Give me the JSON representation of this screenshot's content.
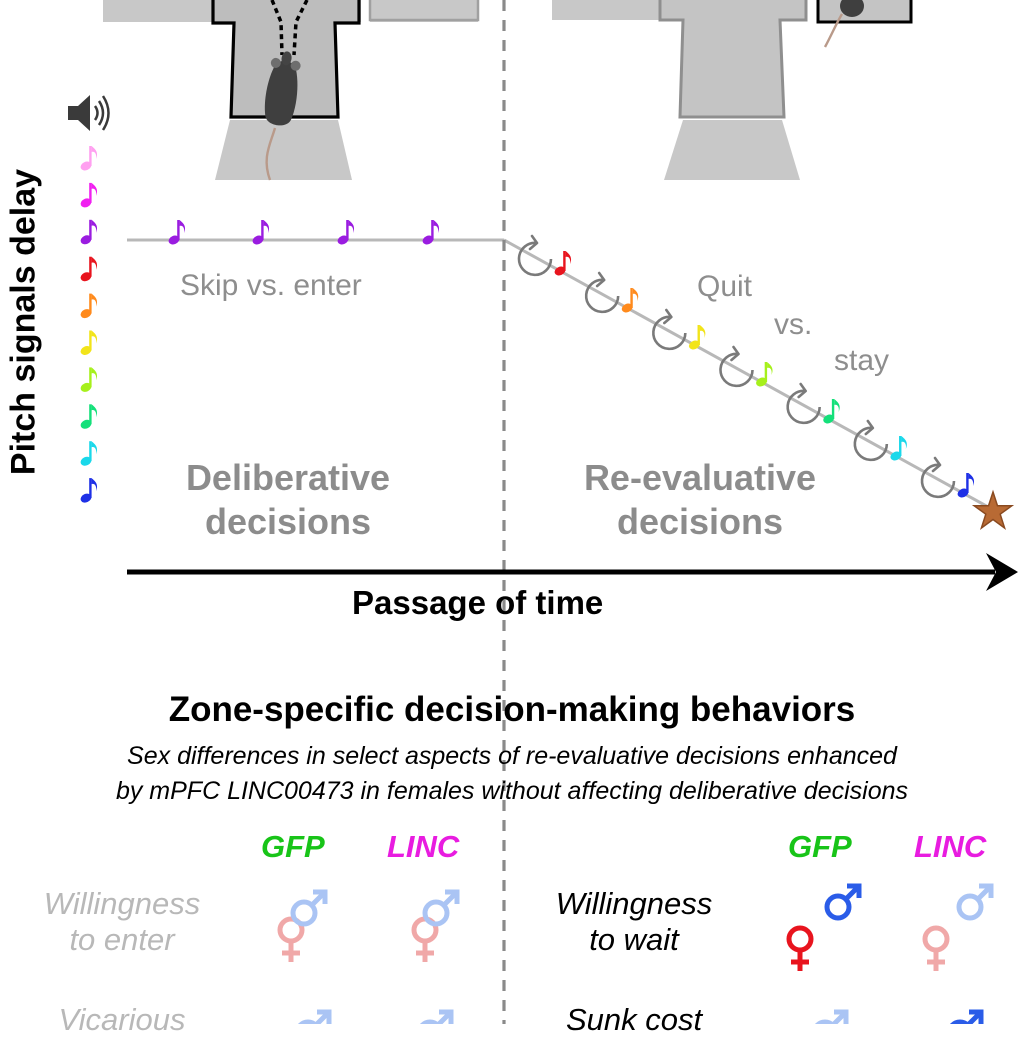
{
  "y_label": "Pitch signals delay",
  "left_zone": {
    "choice_label": "Skip vs. enter",
    "title_line1": "Deliberative",
    "title_line2": "decisions"
  },
  "right_zone": {
    "choice_word1": "Quit",
    "choice_word2": "vs.",
    "choice_word3": "stay",
    "title_line1": "Re-evaluative",
    "title_line2": "decisions"
  },
  "time_axis_label": "Passage of time",
  "section": {
    "title": "Zone-specific decision-making behaviors",
    "subtitle_line1": "Sex differences in select aspects of re-evaluative decisions enhanced",
    "subtitle_line2": "by mPFC LINC00473 in females without affecting deliberative decisions"
  },
  "groups": {
    "gfp": "GFP",
    "linc": "LINC"
  },
  "behaviors": {
    "left_1_line1": "Willingness",
    "left_1_line2": "to enter",
    "left_2": "Vicarious",
    "right_1_line1": "Willingness",
    "right_1_line2": "to wait",
    "right_2": "Sunk cost"
  },
  "icons": [
    "speaker-icon",
    "music-note-icon",
    "loop-arrow-icon",
    "star-icon",
    "mouse-icon",
    "female-symbol-icon",
    "male-symbol-icon"
  ],
  "pitch_colors": [
    "#ffa0f0",
    "#f020f0",
    "#9a1ce0",
    "#e8141e",
    "#ff8a1c",
    "#f2e41a",
    "#a6f01c",
    "#14e07a",
    "#1ad8ea",
    "#1e30e6"
  ],
  "colors": {
    "female_active": "#e8141e",
    "male_active": "#2a5ce8",
    "female_faded": "#f0a8a8",
    "male_faded": "#aac4f4",
    "zone_grey": "#c8c8c8",
    "star": "#b86a34"
  }
}
